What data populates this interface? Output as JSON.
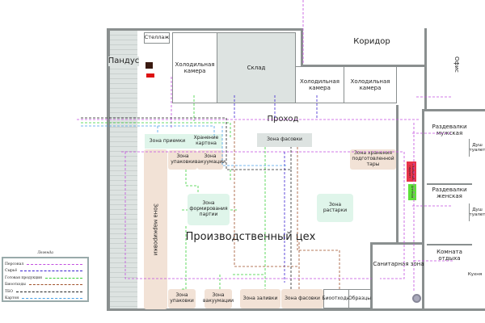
{
  "rooms": {
    "ramp": "Пандус",
    "rack": "Стеллаж",
    "cold1": "Холодильная камера",
    "warehouse": "Склад",
    "cold2": "Холодильная камера",
    "cold3": "Холодильная камера",
    "corridor": "Коридор",
    "office": "Офис",
    "passage": "Проход",
    "receiving": "Зона приемки",
    "cardboard": "Хранение картона",
    "packing_top": "Зона фасовки",
    "packaging1": "Зона упаковки",
    "vacuum1": "Зона вакуумации",
    "marking": "Зона маркировки",
    "batch": "Зона формирования партии",
    "unpacking": "Зона растарки",
    "tare": "Зона хранения подготовленной тары",
    "workshop": "Производственный цех",
    "packaging2": "Зона упаковки",
    "vacuum2": "Зона вакуумации",
    "filling": "Зона заливки",
    "packing_bottom": "Зона фасовки",
    "biowaste": "Биоотходы",
    "samples": "Образцы",
    "sanitary": "Санитарная зона",
    "locker_m": "Раздевалки мужская",
    "shower1": "Душ туалет",
    "locker_f": "Раздевалки женская",
    "shower2": "Душ туалет",
    "rest": "Комната отдыха",
    "kitchen": "Кухня",
    "hydrant": "Пожарный гидрант",
    "firstaid": "Аптечка"
  },
  "legend": {
    "title": "Легенда",
    "items": [
      {
        "label": "Персонал",
        "color": "#c34fe0"
      },
      {
        "label": "Сырьё",
        "color": "#3a22d0"
      },
      {
        "label": "Готовая продукция",
        "color": "#3ad03a"
      },
      {
        "label": "Биоотходы",
        "color": "#a0502a"
      },
      {
        "label": "ТБО",
        "color": "#222222"
      },
      {
        "label": "Картон",
        "color": "#4aa0e6"
      }
    ]
  }
}
